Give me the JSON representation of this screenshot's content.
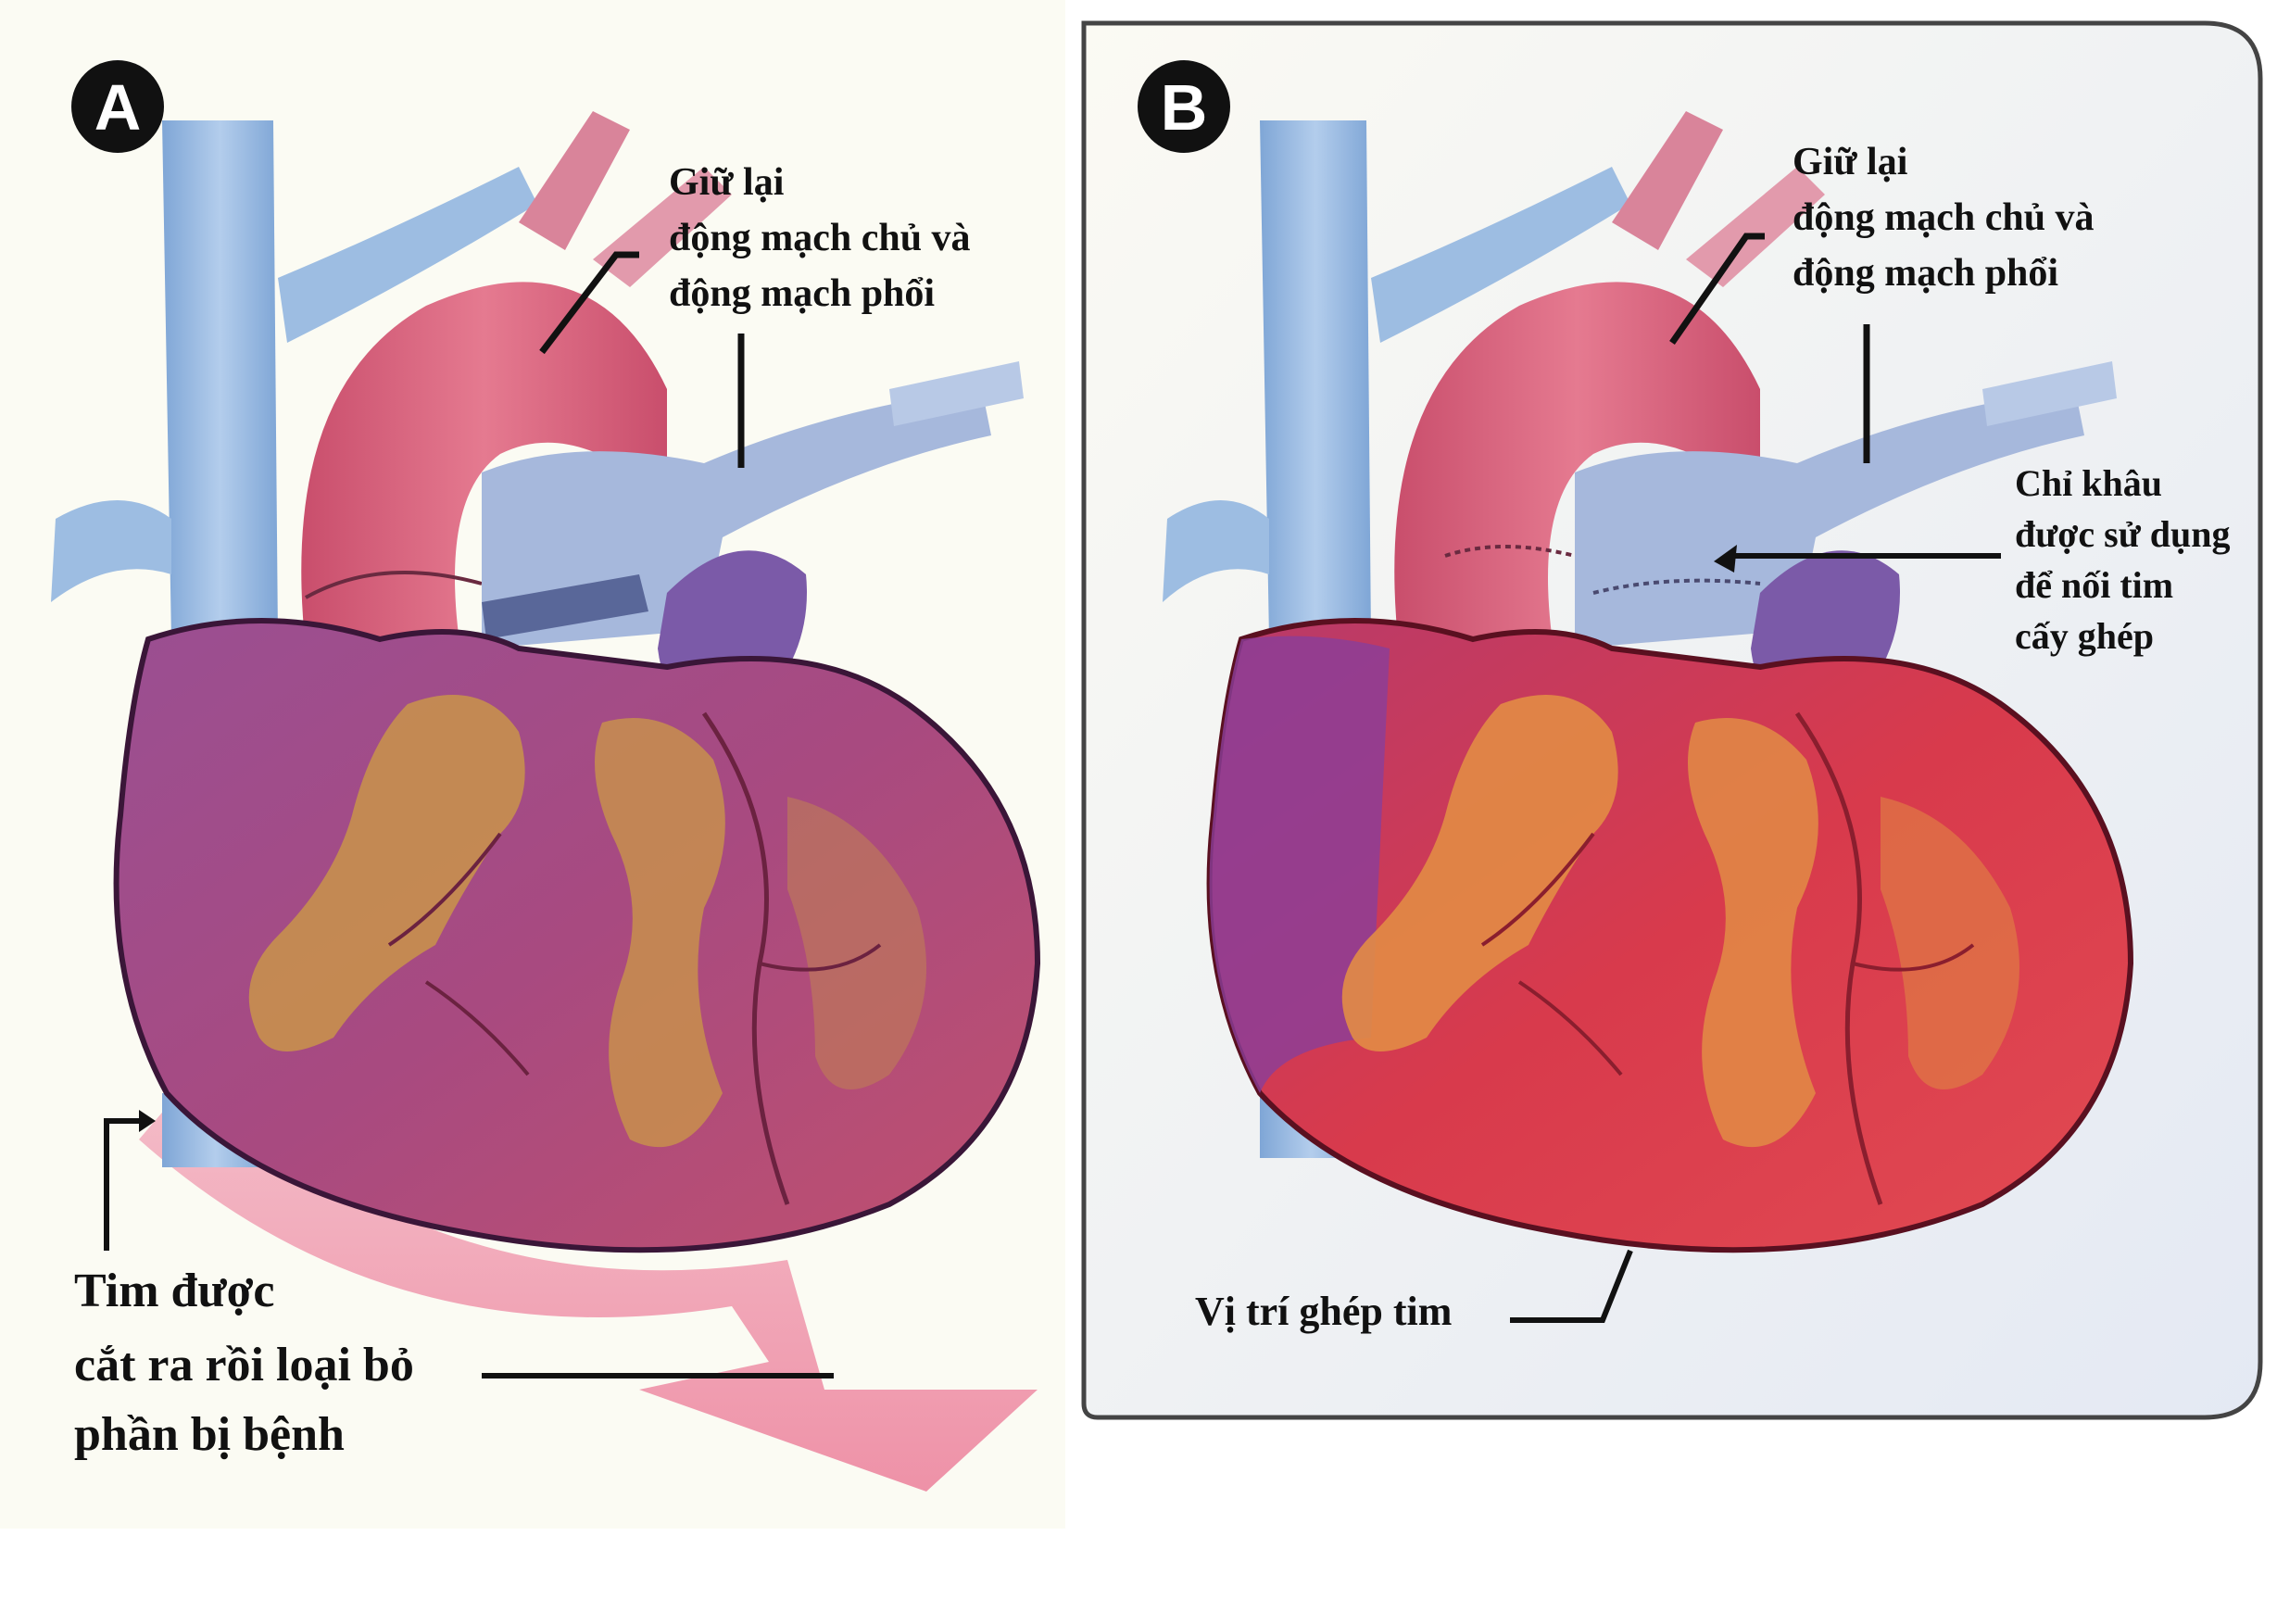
{
  "panel_a": {
    "badge": "A",
    "retain_label": [
      "Giữ lại",
      "động mạch chủ và",
      "động mạch phổi"
    ],
    "removed_label": [
      "Tim được",
      "cắt ra rồi loại bỏ",
      "phần bị bệnh"
    ]
  },
  "panel_b": {
    "badge": "B",
    "retain_label": [
      "Giữ lại",
      "động mạch chủ và",
      "động mạch phổi"
    ],
    "suture_label": [
      "Chỉ khâu",
      "được sử dụng",
      "để nối tim",
      "cấy ghép"
    ],
    "site_label": "Vị trí ghép tim"
  },
  "colors": {
    "vein_blue": "#8fb4dd",
    "aorta_pink": "#d9607a",
    "heart_purple": "#8a3f80",
    "heart_red": "#d83a4c",
    "fat_gold": "#c9944a",
    "arrow_pink": "#ee8ea5"
  }
}
